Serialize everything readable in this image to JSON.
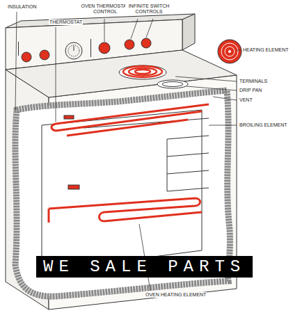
{
  "diagram": {
    "nodes": [
      {
        "text": [
          "WE SALE PARTS"
        ]
      }
    ],
    "labels": [
      "INSULATION",
      "THERMOSTAT",
      "OVEN THERMOSTAT CONTROL",
      "INFINITE SWITCH CONTROLS",
      "HEATING ELEMENT",
      "TERMINALS",
      "DRIP PAN",
      "VENT",
      "BROILING ELEMENT",
      "OVEN HEATING ELEMENT"
    ]
  }
}
